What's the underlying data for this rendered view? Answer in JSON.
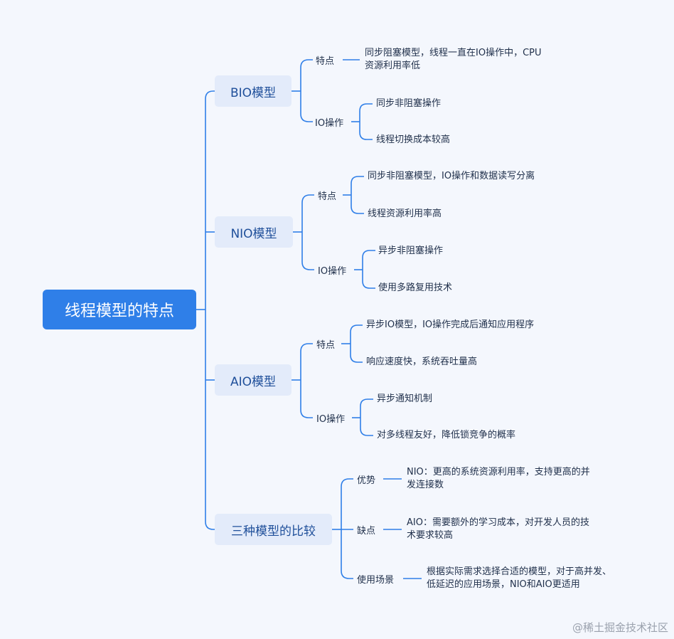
{
  "root": "线程模型的特点",
  "bio": {
    "title": "BIO模型",
    "features_label": "特点",
    "features": [
      "同步阻塞模型，线程一直在IO操作中，CPU",
      "资源利用率低"
    ],
    "io_label": "IO操作",
    "io": [
      "同步非阻塞操作",
      "线程切换成本较高"
    ]
  },
  "nio": {
    "title": "NIO模型",
    "features_label": "特点",
    "features": [
      "同步非阻塞模型，IO操作和数据读写分离",
      "线程资源利用率高"
    ],
    "io_label": "IO操作",
    "io": [
      "异步非阻塞操作",
      "使用多路复用技术"
    ]
  },
  "aio": {
    "title": "AIO模型",
    "features_label": "特点",
    "features": [
      "异步IO模型，IO操作完成后通知应用程序",
      "响应速度快，系统吞吐量高"
    ],
    "io_label": "IO操作",
    "io": [
      "异步通知机制",
      "对多线程友好，降低锁竞争的概率"
    ]
  },
  "compare": {
    "title": "三种模型的比较",
    "advantage_label": "优势",
    "advantage": [
      "NIO：更高的系统资源利用率，支持更高的并",
      "发连接数"
    ],
    "drawback_label": "缺点",
    "drawback": [
      "AIO：需要额外的学习成本，对开发人员的技",
      "术要求较高"
    ],
    "usage_label": "使用场景",
    "usage": [
      "根据实际需求选择合适的模型，对于高并发、",
      "低延迟的应用场景，NIO和AIO更适用"
    ]
  },
  "watermark": "@稀土掘金技术社区",
  "colors": {
    "line": "#2f7fe8",
    "root_bg": "#2f7fe8",
    "node_bg": "#e3ebfa",
    "page_bg": "#f4f7fd"
  }
}
